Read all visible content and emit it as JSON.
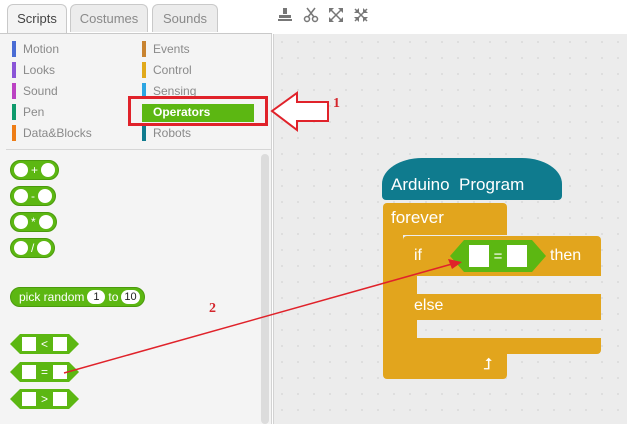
{
  "tabs": [
    {
      "label": "Scripts",
      "active": true
    },
    {
      "label": "Costumes",
      "active": false
    },
    {
      "label": "Sounds",
      "active": false
    }
  ],
  "toolbar": {
    "icons": [
      "stamp-icon",
      "cut-icon",
      "grow-icon",
      "shrink-icon"
    ]
  },
  "categories": {
    "left": [
      {
        "label": "Motion",
        "color": "#4a6cd4"
      },
      {
        "label": "Looks",
        "color": "#8a55d7"
      },
      {
        "label": "Sound",
        "color": "#bb42c3"
      },
      {
        "label": "Pen",
        "color": "#0e9a6c"
      },
      {
        "label": "Data&Blocks",
        "color": "#ee7d16"
      }
    ],
    "right": [
      {
        "label": "Events",
        "color": "#c88330"
      },
      {
        "label": "Control",
        "color": "#e1a91a"
      },
      {
        "label": "Sensing",
        "color": "#2ca5e2"
      },
      {
        "label": "Operators",
        "color": "#5cb712",
        "selected": true
      },
      {
        "label": "Robots",
        "color": "#0f7b8e"
      }
    ]
  },
  "palette_blocks": {
    "add": "+",
    "subtract": "-",
    "multiply": "*",
    "divide": "/",
    "pick_random": {
      "label": "pick random",
      "from": "1",
      "to_label": "to",
      "to": "10"
    },
    "less_than": "<",
    "equals": "=",
    "greater_than": ">"
  },
  "script": {
    "hat_label": "Arduino  Program",
    "forever_label": "forever",
    "if_label": "if",
    "condition_op": "=",
    "then_label": "then",
    "else_label": "else",
    "loop_arrow": "⮥"
  },
  "annotations": {
    "label_1": "1",
    "label_2": "2",
    "color": "#e0222a"
  }
}
